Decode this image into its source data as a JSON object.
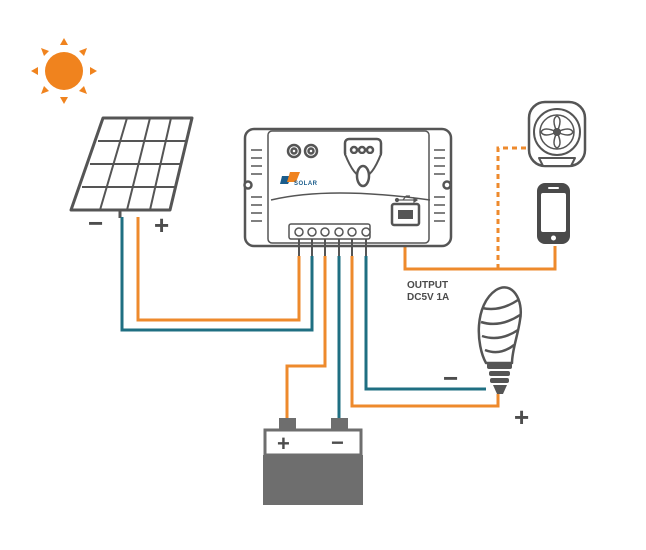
{
  "labels": {
    "panel_minus": "−",
    "panel_plus": "+",
    "output_line1": "OUTPUT",
    "output_line2": "DC5V 1A",
    "load_minus": "−",
    "load_plus": "+",
    "battery_plus": "+",
    "battery_minus": "−",
    "brand": "SOLAR"
  },
  "colors": {
    "sun": "#f0831e",
    "wire_positive": "#ee8a2c",
    "wire_negative": "#1f6f82",
    "device_fill": "#ffffff",
    "device_stroke": "#555555",
    "battery_fill": "#6e6e6e",
    "panel_stroke": "#555555"
  },
  "icons": {
    "sun": "sun-icon",
    "panel": "solar-panel-icon",
    "controller": "charge-controller-icon",
    "fan": "fan-icon",
    "phone": "smartphone-icon",
    "bulb": "light-bulb-icon",
    "battery": "battery-icon",
    "usb": "usb-icon"
  }
}
